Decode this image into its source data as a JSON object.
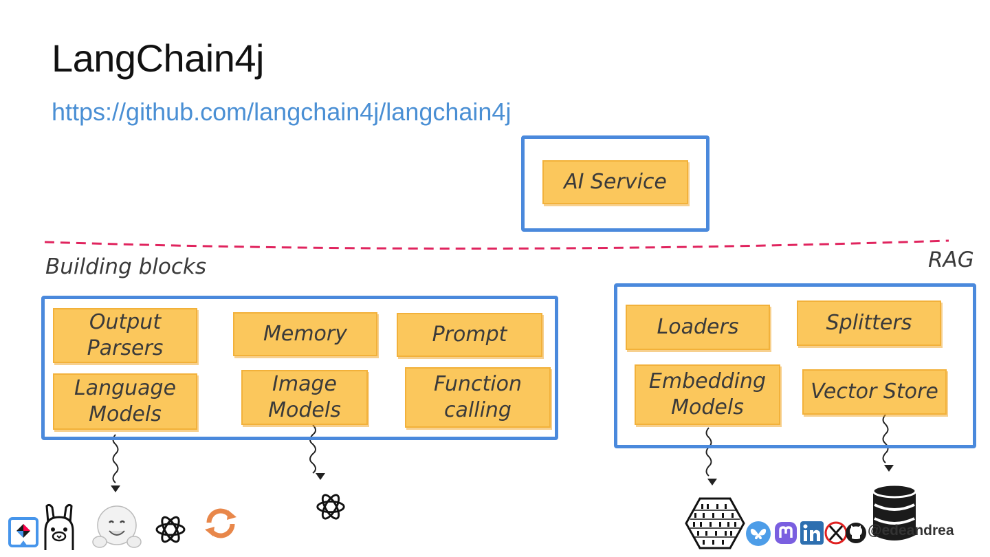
{
  "slide": {
    "title": "LangChain4j",
    "url": "https://github.com/langchain4j/langchain4j",
    "handle": "@edeandrea"
  },
  "ai_service": {
    "label": "AI Service"
  },
  "building_blocks": {
    "label": "Building blocks",
    "items": [
      "Output\nParsers",
      "Memory",
      "Prompt",
      "Language\nModels",
      "Image\nModels",
      "Function\ncalling"
    ]
  },
  "rag": {
    "label": "RAG",
    "items": [
      "Loaders",
      "Splitters",
      "Embedding\nModels",
      "Vector Store"
    ]
  },
  "colors": {
    "frame": "#4a89dc",
    "sticky": "#fbc75c",
    "divider": "#e0245e",
    "link": "#4a8fd4"
  },
  "icons": {
    "provider_logos": [
      "quarkus-logo",
      "ollama-llama-icon",
      "huggingface-icon",
      "openai-icon",
      "refresh-logo-icon"
    ],
    "image_model_logo": "openai-icon",
    "embedding_logo": "binary-hexagon-icon",
    "vector_store_logo": "database-icon",
    "social": [
      "bluesky-icon",
      "mastodon-icon",
      "linkedin-icon",
      "x-icon",
      "github-icon"
    ]
  }
}
